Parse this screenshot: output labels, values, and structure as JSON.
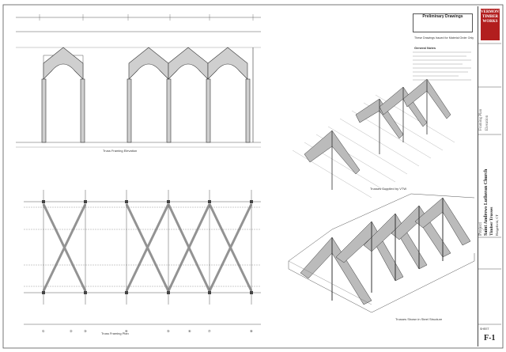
{
  "company": {
    "logo_line1": "VERMONT",
    "logo_line2": "TIMBER",
    "logo_line3": "WORKS"
  },
  "project": {
    "label": "Project",
    "name": "Saint Andrews Lutheran Church",
    "subtitle": "Timber Trusses",
    "location": "Ridgefield, CT"
  },
  "drawing": {
    "status_line1": "Framing Plan",
    "status_line2": "Elevation",
    "sheet": "F-1",
    "sheet_label": "SHEET"
  },
  "notes": {
    "title": "Preliminary Drawings",
    "subtitle": "These Drawings Issued for Material Order Only",
    "general_title": "General Notes"
  },
  "views": {
    "elevation": "Truss Framing Elevation",
    "plan": "Truss Framing Plan",
    "supplied": "Trusses Supplied by VTW",
    "steel": "Trusses Shown in Steel Structure"
  },
  "grid_labels": [
    "①",
    "②",
    "③",
    "④",
    "⑤",
    "⑥",
    "⑦",
    "⑧"
  ],
  "colors": {
    "brand": "#b21e1e",
    "line": "#444444"
  }
}
